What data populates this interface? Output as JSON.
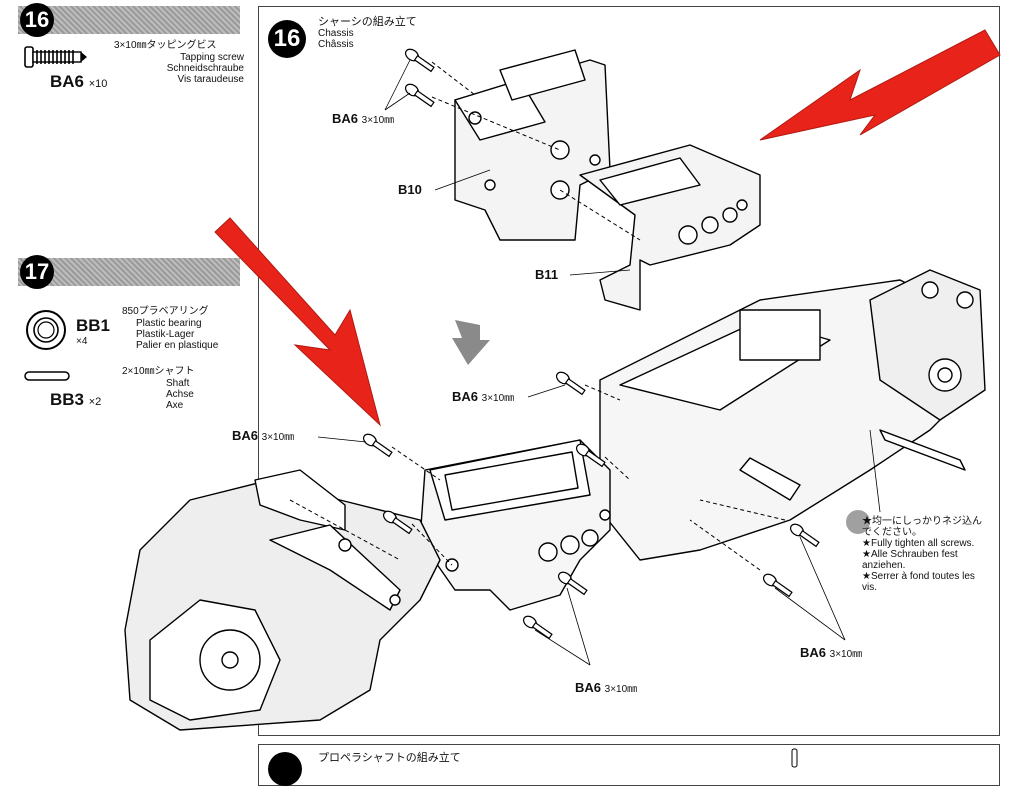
{
  "parts": {
    "step16": {
      "number": "16",
      "spec": "3×10㎜タッピングビス",
      "names": [
        "Tapping screw",
        "Schneidschraube",
        "Vis taraudeuse"
      ],
      "code": "BA6",
      "qty": "×10"
    },
    "step17": {
      "number": "17",
      "bearing": {
        "spec": "850プラベアリング",
        "names": [
          "Plastic bearing",
          "Plastik-Lager",
          "Palier en plastique"
        ],
        "code": "BB1",
        "qty": "×4"
      },
      "shaft": {
        "spec": "2×10㎜シャフト",
        "names": [
          "Shaft",
          "Achse",
          "Axe"
        ],
        "code": "BB3",
        "qty": "×2"
      }
    }
  },
  "main": {
    "step_number": "16",
    "title_jp": "シャーシの組み立て",
    "title_en": "Chassis",
    "title_fr": "Châssis",
    "labels": {
      "ba6_top_code": "BA6",
      "ba6_top_size": "3×10㎜",
      "b10": "B10",
      "b11": "B11",
      "ba6_mid_code": "BA6",
      "ba6_mid_size": "3×10㎜",
      "ba6_left_code": "BA6",
      "ba6_left_size": "3×10㎜",
      "ba6_bottom_code": "BA6",
      "ba6_bottom_size": "3×10㎜",
      "ba6_right_code": "BA6",
      "ba6_right_size": "3×10㎜"
    },
    "note": {
      "jp1": "★均一にしっかりネジ込ん",
      "jp2": "でください。",
      "en": "★Fully tighten all screws.",
      "de1": "★Alle Schrauben fest",
      "de2": "anziehen.",
      "fr1": "★Serrer à fond toutes les",
      "fr2": "vis."
    }
  },
  "next_step": {
    "title_jp": "プロペラシャフトの組み立て"
  },
  "colors": {
    "arrow": "#e8231a"
  }
}
